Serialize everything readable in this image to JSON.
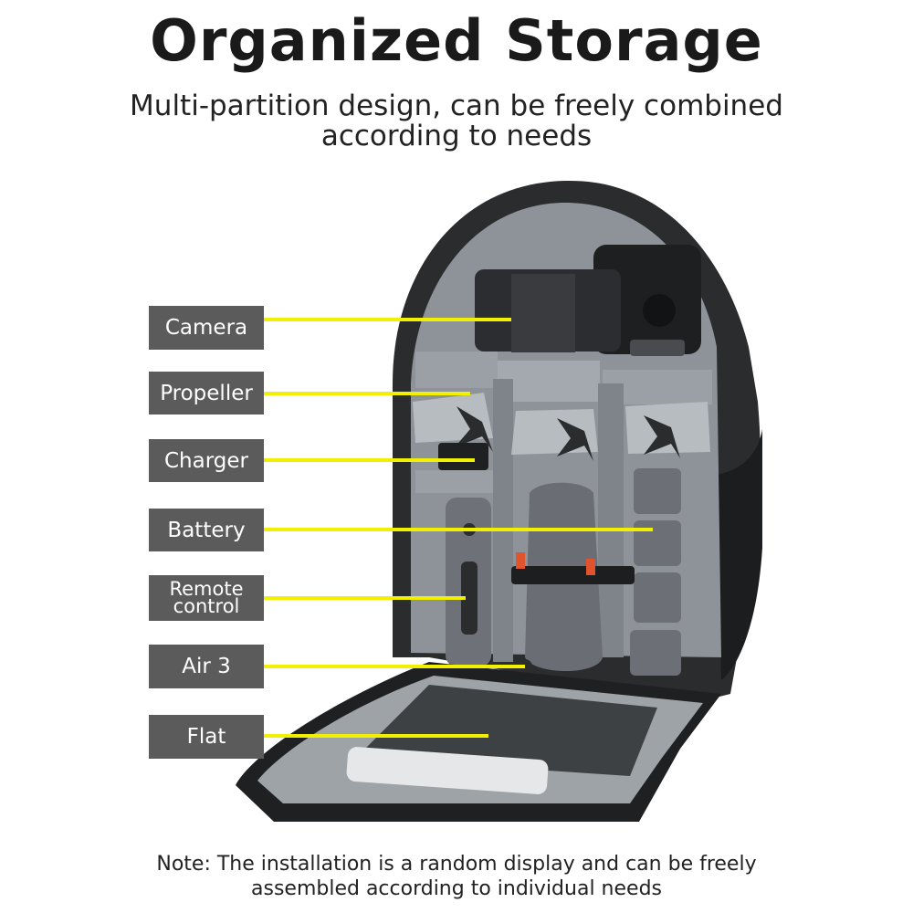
{
  "headline": {
    "title": "Organized Storage",
    "subtitle_line1": "Multi-partition design, can be freely combined",
    "subtitle_line2": "according to needs"
  },
  "callouts": {
    "camera": "Camera",
    "propeller": "Propeller",
    "charger": "Charger",
    "battery": "Battery",
    "remote_line1": "Remote",
    "remote_line2": "control",
    "air3": "Air 3",
    "flat": "Flat"
  },
  "footnote": {
    "line1": "Note: The installation is a random display and can be freely",
    "line2": "assembled according to individual needs"
  },
  "colors": {
    "label_bg": "#5b5b5b",
    "leader_line": "#f0f000",
    "bag_shell": "#2a2c2e",
    "bag_lining": "#8d9399"
  }
}
